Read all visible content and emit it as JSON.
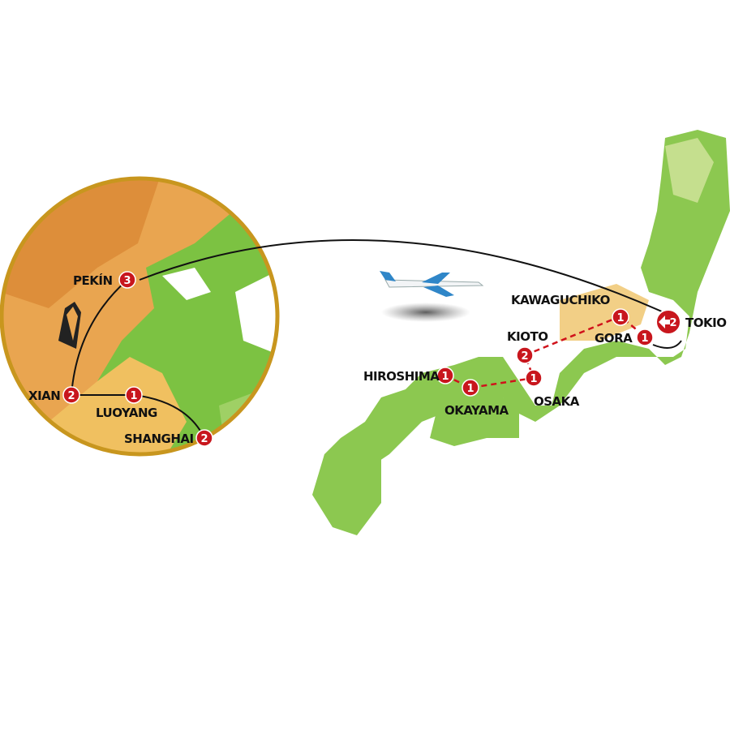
{
  "colors": {
    "marker": "#c8161d",
    "border": "#c8961e",
    "land_green": "#7cc242",
    "land_high": "#e9a550",
    "water": "#ffffff",
    "route": "#111111",
    "rail": "#d0121b"
  },
  "inset": {
    "region": "china",
    "stops": [
      {
        "name": "PEKÍN",
        "nights": "3"
      },
      {
        "name": "XIAN",
        "nights": "2"
      },
      {
        "name": "LUOYANG",
        "nights": "1"
      },
      {
        "name": "SHANGHAI",
        "nights": "2"
      }
    ]
  },
  "japan": {
    "stops": [
      {
        "name": "HIROSHIMA",
        "nights": "1"
      },
      {
        "name": "OKAYAMA",
        "nights": "1"
      },
      {
        "name": "KIOTO",
        "nights": "2"
      },
      {
        "name": "OSAKA",
        "nights": "1"
      },
      {
        "name": "KAWAGUCHIKO",
        "nights": "1"
      },
      {
        "name": "GORA",
        "nights": "1"
      },
      {
        "name": "TOKIO",
        "nights": "2"
      }
    ]
  },
  "icons": {
    "flight": "airplane-icon",
    "monument": "terracotta-warrior-icon",
    "start": "return-arrow-icon"
  }
}
